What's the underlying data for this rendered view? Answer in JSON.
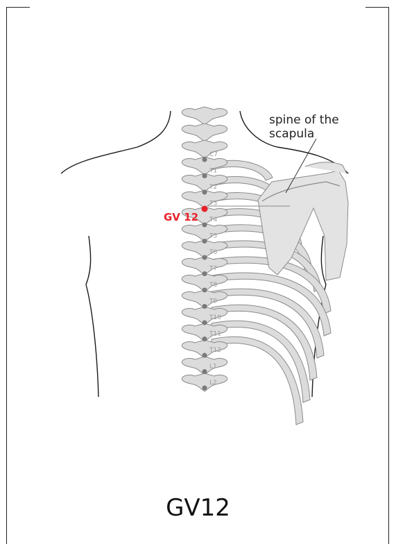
{
  "figure": {
    "title": "GV12",
    "annotation": "spine of the\nscapula",
    "point_label": "GV 12",
    "vertebrae": [
      "C7",
      "T1",
      "T2",
      "T3",
      "T4",
      "T5",
      "T6",
      "T7",
      "T8",
      "T9",
      "T10",
      "T11",
      "T12",
      "L1",
      "L2"
    ]
  },
  "colors": {
    "accent": "#e8232b",
    "bone_fill": "#dcdcdc",
    "bone_stroke": "#8a8a8a",
    "outline": "#1a1a1a"
  }
}
